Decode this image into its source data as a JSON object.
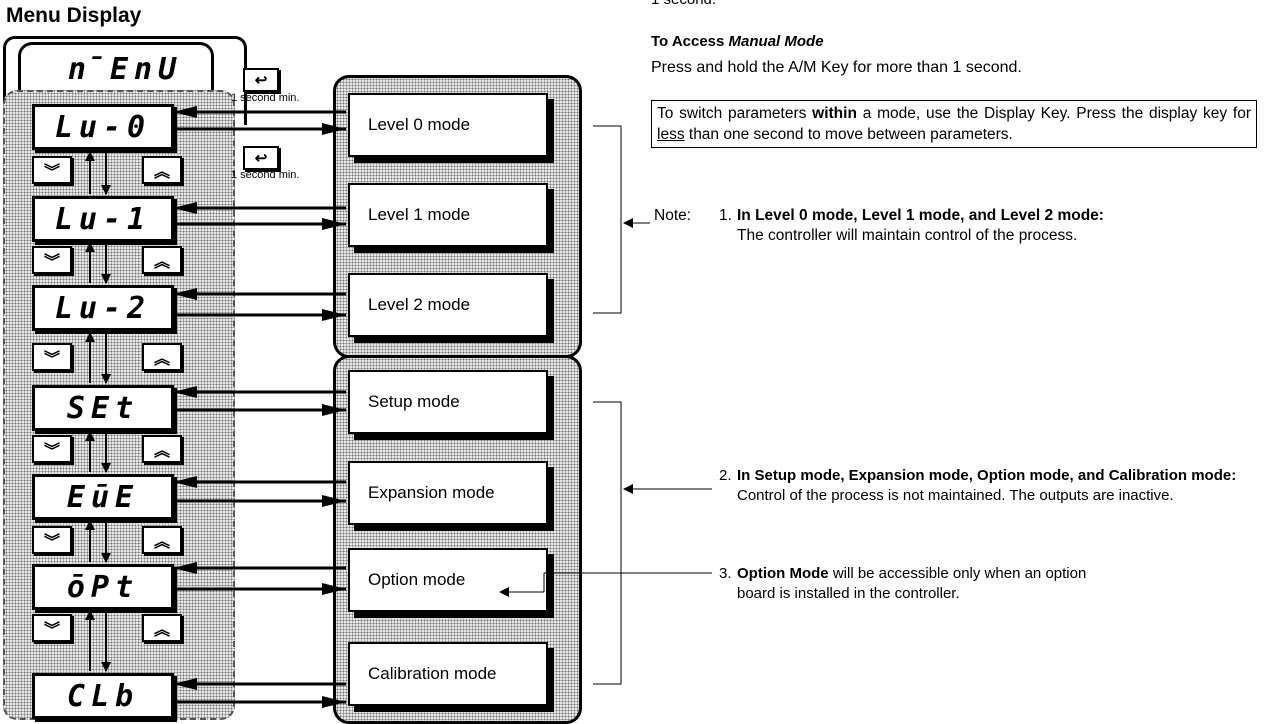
{
  "title": "Menu Display",
  "menu_display": "n̄EnU",
  "displays": [
    "Lu-0",
    "Lu-1",
    "Lu-2",
    "SEt",
    "EūE",
    "ōPt",
    "CLb"
  ],
  "key_hold_label": "1 second min.",
  "modes": [
    "Level 0 mode",
    "Level 1 mode",
    "Level 2 mode",
    "Setup mode",
    "Expansion mode",
    "Option mode",
    "Calibration mode"
  ],
  "right_text": {
    "top_fragment": "1 second.",
    "manual_heading_prefix": "To Access ",
    "manual_heading_em": "Manual Mode",
    "manual_text": "Press and hold the A/M Key for more than 1 second.",
    "box_a": "To switch parameters ",
    "box_bold": "within",
    "box_b": " a mode, use the Display Key. Press the display key for ",
    "box_under": "less",
    "box_c": " than one second to move between parameters.",
    "note_label": "Note:",
    "note1_num": "1.",
    "note1_bold": "In Level 0 mode, Level 1 mode, and Level 2 mode:",
    "note1_text": "The controller will maintain control of the process.",
    "note2_num": "2.",
    "note2_bold": "In Setup mode, Expansion mode, Option mode, and Calibration mode:",
    "note2_text": " Control of the process is not maintained. The outputs are inactive.",
    "note3_num": "3.",
    "note3_bold": "Option Mode",
    "note3_text": " will be accessible only when an option board is installed in the controller."
  },
  "icons": {
    "down_key": "double-chevron-down-icon",
    "up_key": "double-chevron-up-icon",
    "mode_key": "return-arrow-icon"
  }
}
